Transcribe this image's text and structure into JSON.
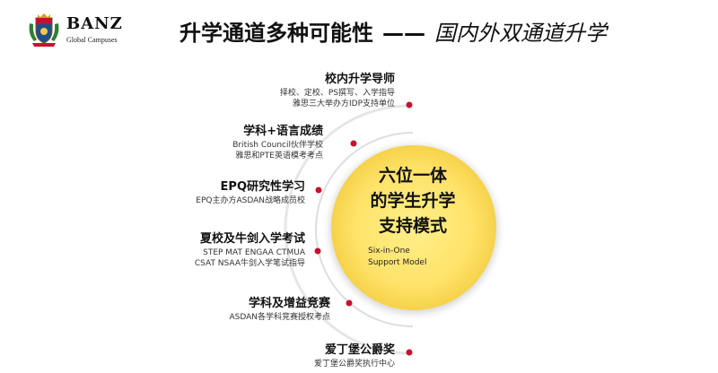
{
  "logo": {
    "name": "BANZ",
    "subtitle": "Global Campuses"
  },
  "header": {
    "title_main": "升学通道多种可能性",
    "title_sep": "——",
    "title_sub": "国内外双通道升学"
  },
  "center": {
    "line1": "六位一体",
    "line2": "的学生升学",
    "line3": "支持模式",
    "en_line1": "Six-in-One",
    "en_line2": "Support Model"
  },
  "items": [
    {
      "title": "校内升学导师",
      "lines": [
        "择校、定校、PS撰写、入学指导",
        "雅思三大举办方IDP支持单位"
      ]
    },
    {
      "title": "学科+语言成绩",
      "lines": [
        "British Council伙伴学校",
        "雅思和PTE英语模考考点"
      ]
    },
    {
      "title": "EPQ研究性学习",
      "lines": [
        "EPQ主办方ASDAN战略成员校"
      ]
    },
    {
      "title": "夏校及牛剑入学考试",
      "lines": [
        "STEP  MAT  ENGAA  CTMUA",
        "CSAT NSAA牛剑入学笔试指导"
      ]
    },
    {
      "title": "学科及增益竞赛",
      "lines": [
        "ASDAN各学科竞赛授权考点"
      ]
    },
    {
      "title": "爱丁堡公爵奖",
      "lines": [
        "爱丁堡公爵奖执行中心"
      ]
    }
  ],
  "colors": {
    "accent": "#c8102e",
    "center_fill": "#ffe36a",
    "ring": "#e6e6e6"
  }
}
